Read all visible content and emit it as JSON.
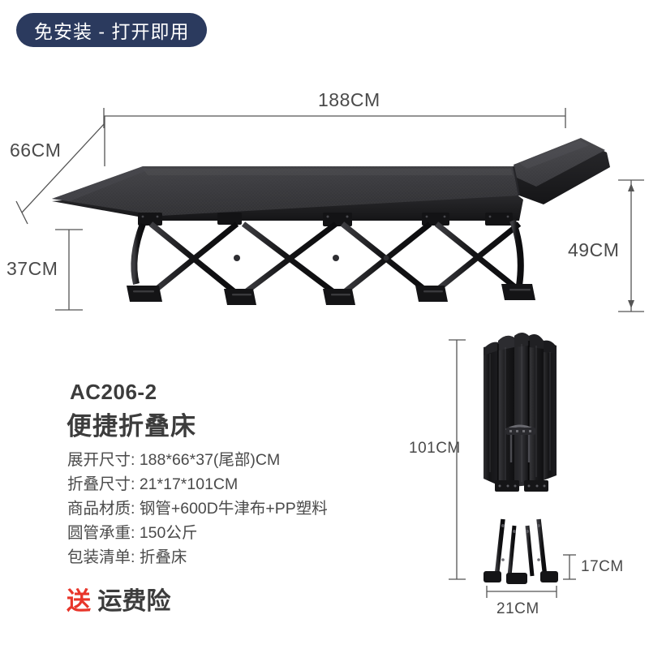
{
  "badge": {
    "label": "免安装 - 打开即用",
    "bg_color": "#2b3a5e",
    "text_color": "#ffffff"
  },
  "product": {
    "model": "AC206-2",
    "name": "便捷折叠床",
    "specs": [
      "展开尺寸: 188*66*37(尾部)CM",
      "折叠尺寸: 21*17*101CM",
      "商品材质: 钢管+600D牛津布+PP塑料",
      "圆管承重: 150公斤",
      "包装清单: 折叠床"
    ]
  },
  "promo": {
    "gift_label": "送",
    "item_label": "运费险",
    "gift_color": "#e8352a",
    "item_color": "#3c3c3c"
  },
  "dimensions": {
    "open": {
      "length": "188CM",
      "width": "66CM",
      "foot_height": "37CM",
      "head_height": "49CM"
    },
    "folded": {
      "height": "101CM",
      "depth": "17CM",
      "width": "21CM"
    }
  },
  "colors": {
    "fabric": "#3a3a3c",
    "frame": "#1b1b1d",
    "dimension_line": "#555555",
    "background": "#ffffff"
  }
}
